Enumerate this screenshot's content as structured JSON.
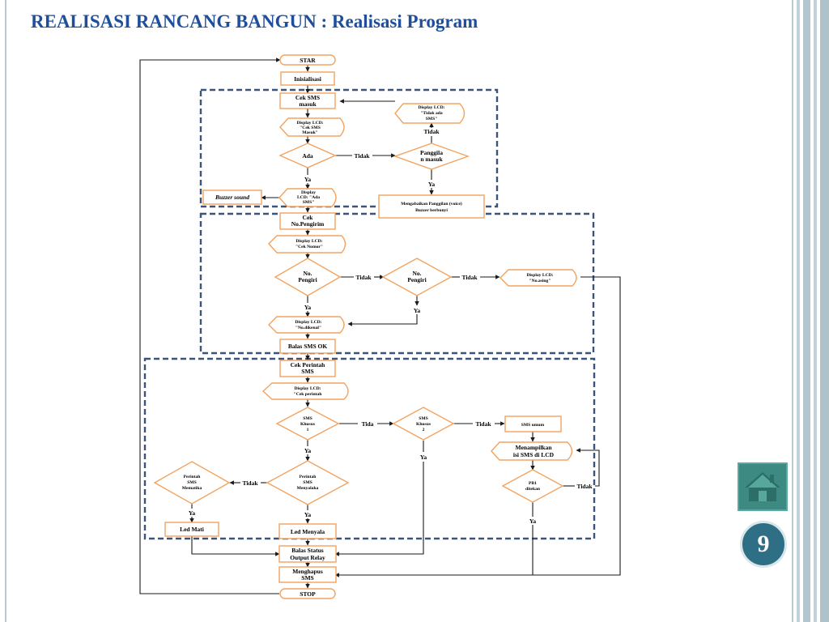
{
  "slide": {
    "title": "REALISASI RANCANG BANGUN : Realisasi Program",
    "page_number": "9"
  },
  "colors": {
    "title": "#1f4f9b",
    "node_border": "#f3a35f",
    "dashed_group": "#3c537a",
    "home_button": "#3d8a82",
    "page_badge": "#2f6f86"
  },
  "icons": {
    "home": "home-icon"
  },
  "flowchart": {
    "nodes": {
      "start": "STAR",
      "init": "Inisialisasi",
      "cek_sms": [
        "Cek SMS",
        "masuk"
      ],
      "lcd_cek_sms": [
        "Display LCD:",
        "\"Cek SMS",
        "Masuk\""
      ],
      "ada": "Ada",
      "lcd_tidak_ada": [
        "Display LCD:",
        "\"Tidak ada",
        "SMS\""
      ],
      "panggilan": [
        "Panggila",
        "n masuk"
      ],
      "abaikan": [
        "Mengabaikan Panggilan (voice)",
        "Buzzer berbunyi"
      ],
      "lcd_ada_sms": [
        "Display",
        "LCD: \"Ada",
        "SMS\""
      ],
      "buzzer_sound": "Buzzer sound",
      "cek_pengirim": [
        "Cek",
        "No.Pengirim"
      ],
      "lcd_cek_nomor": [
        "Display LCD:",
        "\"Cek Nomor\""
      ],
      "no_pengirim_1": [
        "No.",
        "Pengiri"
      ],
      "no_pengirim_2": [
        "No.",
        "Pengiri"
      ],
      "lcd_no_asing": [
        "Display LCD:",
        "\"No.asing\""
      ],
      "lcd_no_dikenal": [
        "Display LCD:",
        "\"No.dikenal\""
      ],
      "balas_sms_ok": "Balas SMS OK",
      "cek_perintah": [
        "Cek Perintah",
        "SMS"
      ],
      "lcd_cek_perintah": [
        "Display LCD:",
        "\"Cek perintah"
      ],
      "sms_khusus_1": [
        "SMS",
        "Khusus",
        "1"
      ],
      "sms_khusus_2": [
        "SMS",
        "Khusus",
        "2"
      ],
      "sms_umum": "SMS umum",
      "tampilkan_sms": [
        "Menampilkan",
        "isi SMS di LCD"
      ],
      "pb1": [
        "PB1",
        "ditekan"
      ],
      "perintah_mematikan": [
        "Perintah",
        "SMS",
        "Mematika"
      ],
      "perintah_menyalakan": [
        "Perintah",
        "SMS",
        "Menyalaka"
      ],
      "led_mati": "Led Mati",
      "led_menyala": "Led Menyala",
      "balas_status": [
        "Balas Status",
        "Output Relay"
      ],
      "hapus_sms": [
        "Menghapus",
        "SMS"
      ],
      "stop": "STOP"
    },
    "edges": {
      "tidak": "Tidak",
      "ya": "Ya",
      "tida": "Tida"
    }
  }
}
